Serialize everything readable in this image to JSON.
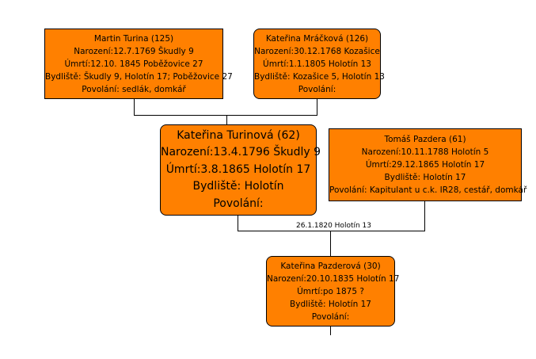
{
  "colors": {
    "node_fill": "#ff8000",
    "border": "#000000",
    "line": "#000000",
    "background": "#ffffff"
  },
  "persons": {
    "martin": {
      "name": "Martin Turina (125)",
      "birth": "Narození:12.7.1769 Škudly 9",
      "death": "Úmrtí:12.10. 1845   Poběžovice 27",
      "residence": "Bydliště: Škudly 9, Holotín 17; Poběžovice 27",
      "occupation": "Povolání: sedlák, domkář"
    },
    "katerina_mrackova": {
      "name": "Kateřina Mráčková (126)",
      "birth": "Narození:30.12.1768 Kozašice",
      "death": "Úmrtí:1.1.1805  Holotín 13",
      "residence": "Bydliště: Kozašice 5, Holotín 13",
      "occupation": "Povolání:"
    },
    "katerina_turinova": {
      "name": "Kateřina  Turinová (62)",
      "birth": "Narození:13.4.1796 Škudly 9",
      "death": "Úmrtí:3.8.1865  Holotín 17",
      "residence": "Bydliště: Holotín",
      "occupation": "Povolání:"
    },
    "tomas": {
      "name": "Tomáš Pazdera (61)",
      "birth": "Narození:10.11.1788 Holotín 5",
      "death": "Úmrtí:29.12.1865  Holotín 17",
      "residence": "Bydliště: Holotín 17",
      "occupation": "Povolání: Kapitulant u c.k. IR28, cestář, domkář"
    },
    "katerina_pazderova": {
      "name": "Kateřina Pazderová (30)",
      "birth": "Narození:20.10.1835 Holotín 17",
      "death": "Úmrtí:po 1875  ?",
      "residence": "Bydliště: Holotín 17",
      "occupation": "Povolání:"
    }
  },
  "marriage": {
    "label": "26.1.1820 Holotín 13"
  }
}
